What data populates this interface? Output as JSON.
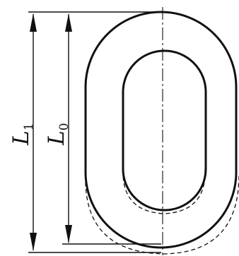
{
  "labels": {
    "outer_length": {
      "letter": "L",
      "subscript": "1"
    },
    "inner_length": {
      "letter": "L",
      "subscript": "0"
    }
  },
  "colors": {
    "line": "#111111",
    "background": "#ffffff"
  }
}
